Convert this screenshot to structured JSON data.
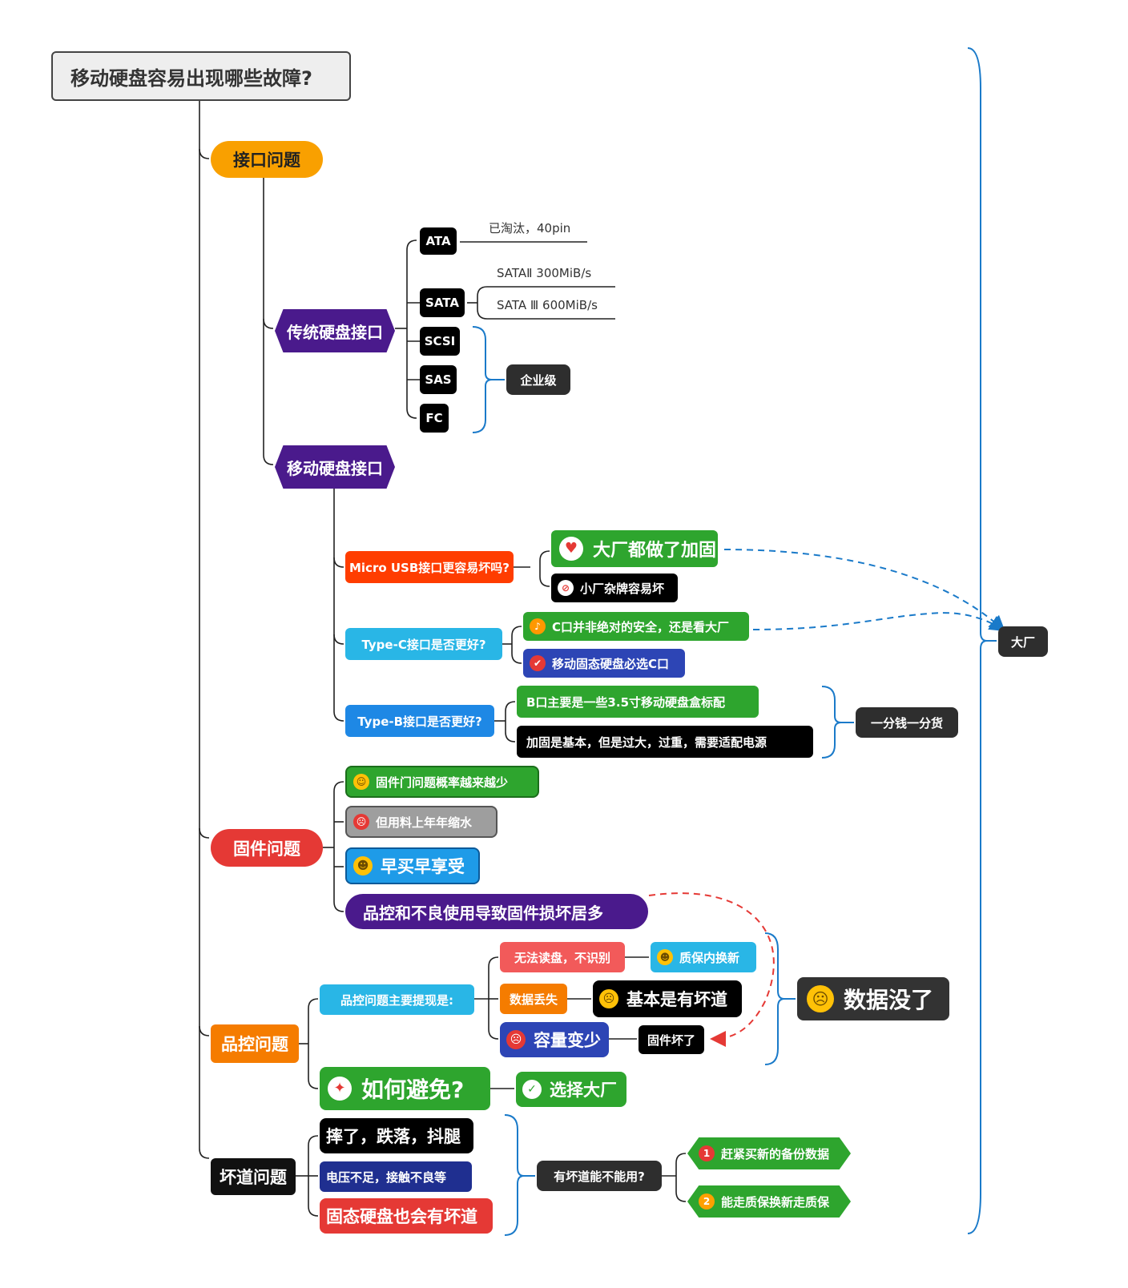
{
  "title": "移动硬盘容易出现哪些故障?",
  "topics": {
    "interface": "接口问题",
    "firmware": "固件问题",
    "qc": "品控问题",
    "badsector": "坏道问题"
  },
  "interface": {
    "traditional": "传统硬盘接口",
    "mobile": "移动硬盘接口",
    "ata": "ATA",
    "ata_note": "已淘汰，40pin",
    "sata": "SATA",
    "sata_note1": "SATAⅡ 300MiB/s",
    "sata_note2": "SATA Ⅲ 600MiB/s",
    "scsi": "SCSI",
    "sas": "SAS",
    "fc": "FC",
    "enterprise": "企业级",
    "micro_q": "Micro USB接口更容易坏吗?",
    "micro_a1": "大厂都做了加固",
    "micro_a2": "小厂杂牌容易坏",
    "typec_q": "Type-C接口是否更好?",
    "typec_a1": "C口并非绝对的安全，还是看大厂",
    "typec_a2": "移动固态硬盘必选C口",
    "typeb_q": "Type-B接口是否更好?",
    "typeb_a1": "B口主要是一些3.5寸移动硬盘盒标配",
    "typeb_a2": "加固是基本，但是过大，过重，需要适配电源",
    "price": "一分钱一分货",
    "bigbrand": "大厂"
  },
  "firmware": {
    "f1": "固件门问题概率越来越少",
    "f2": "但用料上年年缩水",
    "f3": "早买早享受",
    "f4": "品控和不良使用导致固件损坏居多"
  },
  "qc": {
    "main": "品控问题主要提现是:",
    "s1": "无法读盘，不识别",
    "s1_a": "质保内换新",
    "s2": "数据丢失",
    "s2_a": "基本是有坏道",
    "s3": "容量变少",
    "s3_a": "固件坏了",
    "lost": "数据没了",
    "avoid": "如何避免?",
    "avoid_a": "选择大厂"
  },
  "bad": {
    "b1": "摔了，跌落，抖腿",
    "b2": "电压不足，接触不良等",
    "b3": "固态硬盘也会有坏道",
    "q": "有坏道能不能用?",
    "a1": "赶紧买新的备份数据",
    "a2": "能走质保换新走质保",
    "n1": "1",
    "n2": "2"
  },
  "colors": {
    "orange": "#f9a000",
    "purple": "#4a1a8c",
    "red": "#e53935",
    "green": "#2ea52e",
    "blue": "#29a8df",
    "navy": "#1f3aa3",
    "black": "#111111",
    "gray": "#3a3a3a",
    "bracket": "#1a7ac9"
  }
}
